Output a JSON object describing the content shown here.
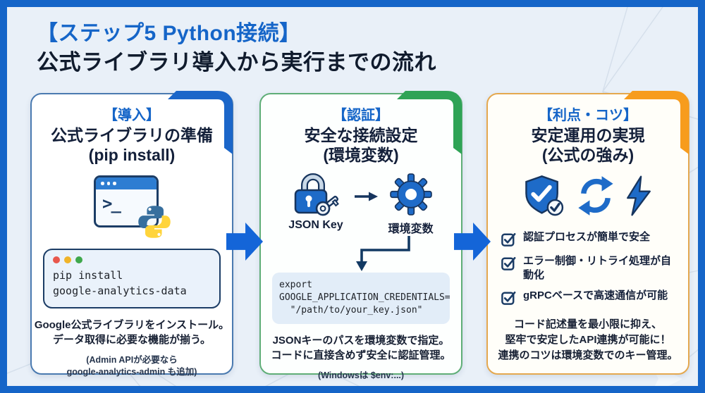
{
  "header": {
    "line1": "【ステップ5 Python接続】",
    "line2": "公式ライブラリ導入から実行までの流れ"
  },
  "colors": {
    "frame_border": "#1565C8",
    "background": "#E9F0F8",
    "accent_card1": "#1B66C9",
    "accent_card2": "#2FA356",
    "accent_card3": "#F79C1D",
    "flow_arrow": "#1465D8",
    "icon_blue": "#1E6BC8",
    "icon_outline": "#17355E"
  },
  "cards": [
    {
      "tag": "【導入】",
      "title": "公式ライブラリの準備",
      "subtitle": "(pip install)",
      "terminal_prompt": ">_",
      "code_line1": "pip install",
      "code_line2": "google-analytics-data",
      "desc_line1": "Google公式ライブラリをインストール。",
      "desc_line2": "データ取得に必要な機能が揃う。",
      "note_line1": "(Admin APIが必要なら",
      "note_line2": "google-analytics-admin も追加)"
    },
    {
      "tag": "【認証】",
      "title": "安全な接続設定",
      "subtitle": "(環境変数)",
      "label_lock": "JSON Key",
      "label_gear": "環境変数",
      "code_line1": "export",
      "code_line2": "GOOGLE_APPLICATION_CREDENTIALS=",
      "code_line3": "  \"/path/to/your_key.json\"",
      "desc_line1": "JSONキーのパスを環境変数で指定。",
      "desc_line2": "コードに直接含めず安全に認証管理。",
      "note_line1": "(Windowsは $env:...)"
    },
    {
      "tag": "【利点・コツ】",
      "title": "安定運用の実現",
      "subtitle": "(公式の強み)",
      "check1": "認証プロセスが簡単で安全",
      "check2": "エラー制御・リトライ処理が自動化",
      "check3": "gRPCベースで高速通信が可能",
      "desc_line1": "コード記述量を最小限に抑え、",
      "desc_line2": "堅牢で安定したAPI連携が可能に！",
      "desc_line3": "連携のコツは環境変数でのキー管理。"
    }
  ]
}
